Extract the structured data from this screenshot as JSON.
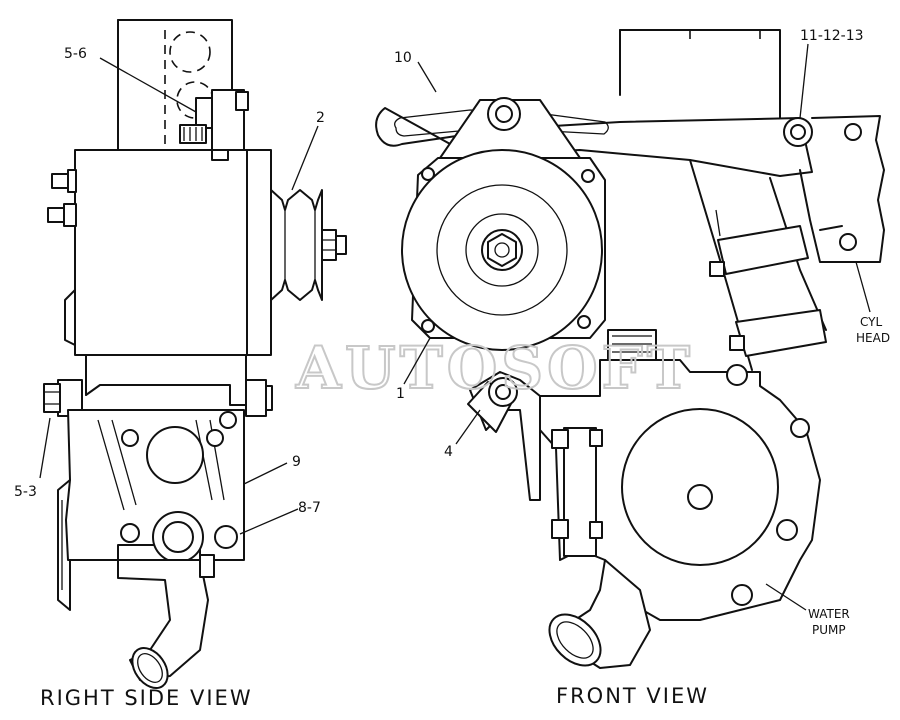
{
  "watermark": "AUTOSOFT",
  "right_side_view": {
    "title": "RIGHT SIDE VIEW",
    "callouts": {
      "part_5_6": "5-6",
      "part_2": "2",
      "part_5_3": "5-3",
      "part_9": "9",
      "part_8_7": "8-7"
    }
  },
  "front_view": {
    "title": "FRONT VIEW",
    "callouts": {
      "part_10": "10",
      "part_11_12_13": "11-12-13",
      "part_1": "1",
      "part_4": "4",
      "cyl_head_line1": "CYL",
      "cyl_head_line2": "HEAD",
      "water_pump_line1": "WATER",
      "water_pump_line2": "PUMP"
    }
  }
}
